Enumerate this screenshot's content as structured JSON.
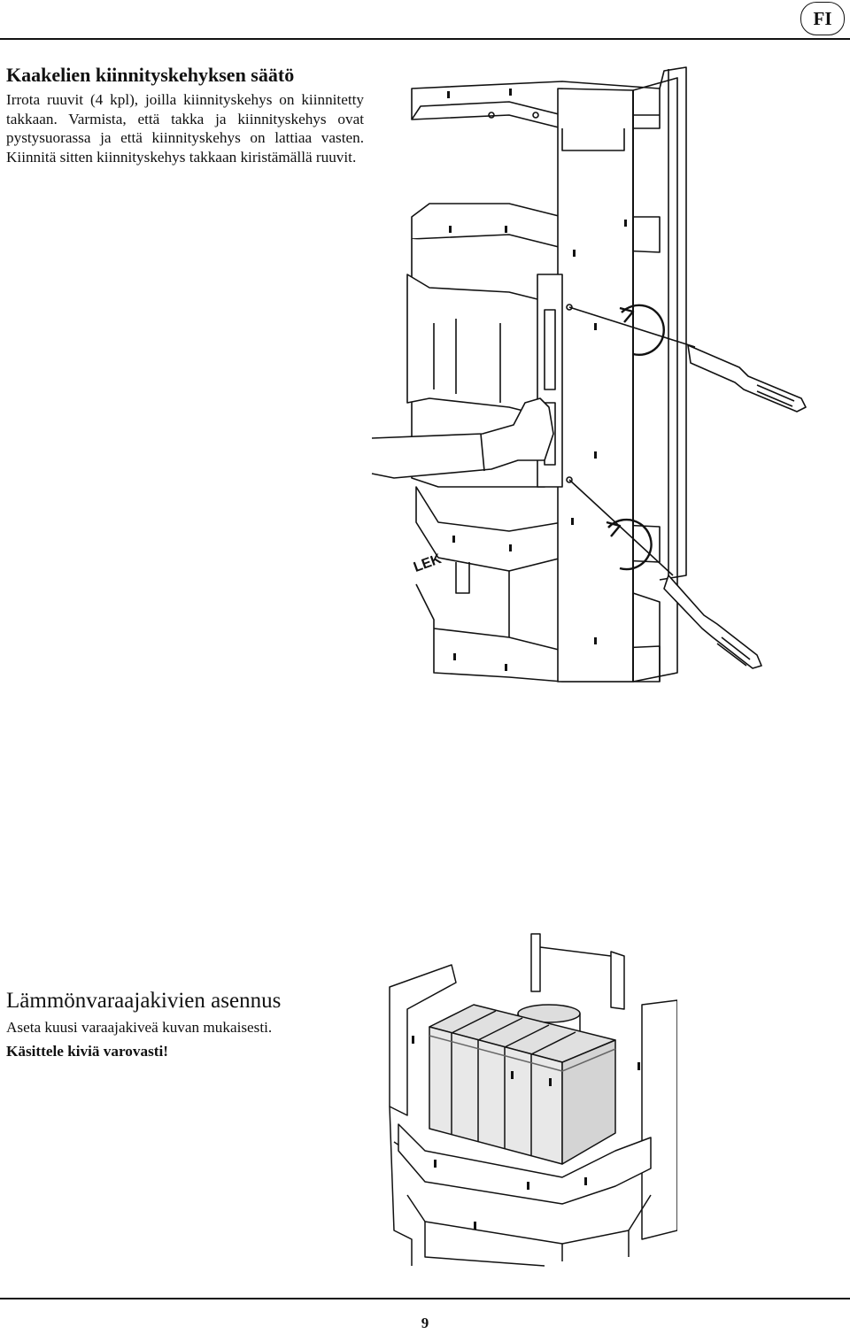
{
  "header": {
    "language": "FI"
  },
  "section1": {
    "title": "Kaakelien kiinnityskehyksen säätö",
    "body": "Irrota ruuvit (4 kpl), joilla kiinnityskehys on kiinnitetty takkaan. Varmista, että takka ja kiinnityskehys ovat pystysuorassa ja että kiinnityskehys on lattiaa vasten. Kiinnitä sitten kiinnityskehys takkaan kiristämällä ruuvit."
  },
  "figure1": {
    "brand_mark": "LEK"
  },
  "section2": {
    "title": "Lämmönvaraajakivien asennus",
    "body": "Aseta kuusi varaajakiveä kuvan mukaisesti.",
    "warning": "Käsittele kiviä varovasti!"
  },
  "footer": {
    "page_number": "9"
  }
}
